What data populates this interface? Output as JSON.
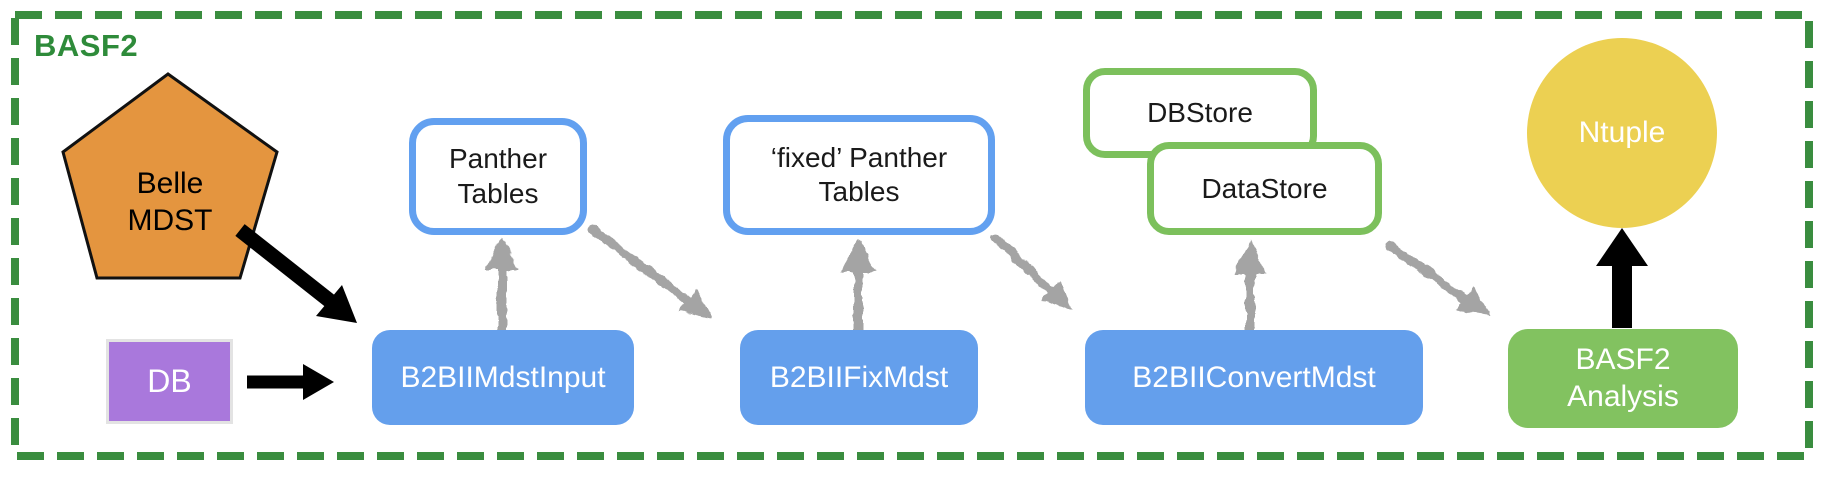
{
  "frame": {
    "title": "BASF2"
  },
  "nodes": {
    "belle_mdst": {
      "label": "Belle\nMDST",
      "shape": "pentagon"
    },
    "db": {
      "label": "DB",
      "shape": "rectangle"
    },
    "b2bii_mdst_input": {
      "label": "B2BIIMdstInput",
      "shape": "rounded-rect"
    },
    "panther_tables": {
      "label": "Panther\nTables",
      "shape": "rounded-rect-outline"
    },
    "b2bii_fix_mdst": {
      "label": "B2BIIFixMdst",
      "shape": "rounded-rect"
    },
    "fixed_panther_tables": {
      "label": "‘fixed’ Panther\nTables",
      "shape": "rounded-rect-outline"
    },
    "db_store": {
      "label": "DBStore",
      "shape": "rounded-rect-outline"
    },
    "data_store": {
      "label": "DataStore",
      "shape": "rounded-rect-outline"
    },
    "b2bii_convert_mdst": {
      "label": "B2BIIConvertMdst",
      "shape": "rounded-rect"
    },
    "basf2_analysis": {
      "label": "BASF2\nAnalysis",
      "shape": "rounded-rect"
    },
    "ntuple": {
      "label": "Ntuple",
      "shape": "circle"
    }
  },
  "edges": [
    {
      "from": "belle_mdst",
      "to": "b2bii_mdst_input",
      "style": "solid-black"
    },
    {
      "from": "db",
      "to": "b2bii_mdst_input",
      "style": "solid-black"
    },
    {
      "from": "b2bii_mdst_input",
      "to": "panther_tables",
      "style": "sketch-gray"
    },
    {
      "from": "panther_tables",
      "to": "b2bii_fix_mdst",
      "style": "sketch-gray"
    },
    {
      "from": "b2bii_fix_mdst",
      "to": "fixed_panther_tables",
      "style": "sketch-gray"
    },
    {
      "from": "fixed_panther_tables",
      "to": "b2bii_convert_mdst",
      "style": "sketch-gray"
    },
    {
      "from": "b2bii_convert_mdst",
      "to": "data_store",
      "style": "sketch-gray"
    },
    {
      "from": "data_store",
      "to": "basf2_analysis",
      "style": "sketch-gray"
    },
    {
      "from": "basf2_analysis",
      "to": "ntuple",
      "style": "solid-black"
    }
  ],
  "colors": {
    "frame_green": "#3a8d3f",
    "title_green": "#2e8b3a",
    "pentagon_orange": "#e4953f",
    "db_purple": "#a978dc",
    "process_blue": "#649fec",
    "storage_blue_border": "#62a0f0",
    "storage_green_border": "#7cc05c",
    "analysis_green": "#82c260",
    "ntuple_yellow": "#ecd052",
    "sketch_gray": "#a4a4a4",
    "arrow_black": "#000000"
  }
}
